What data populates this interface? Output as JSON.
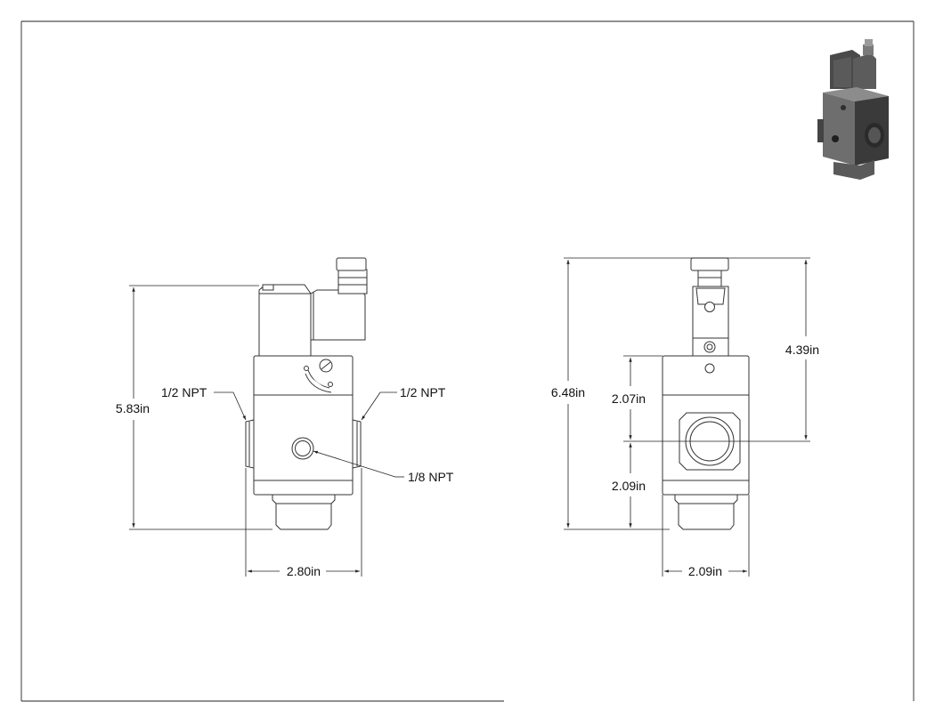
{
  "colors": {
    "line": "#222222",
    "iso_dark": "#3a3a3a",
    "iso_mid": "#6e6e6e",
    "iso_light": "#a8a8a8"
  },
  "icons": {
    "isometric": "valve-isometric-icon"
  },
  "side_view": {
    "port_left_label": "1/2 NPT",
    "port_right_label": "1/2 NPT",
    "gauge_port_label": "1/8 NPT",
    "height_label": "5.83in",
    "width_label": "2.80in"
  },
  "front_view": {
    "overall_height_label": "6.48in",
    "top_to_port_label": "4.39in",
    "upper_label": "2.07in",
    "lower_label": "2.09in",
    "width_label": "2.09in"
  }
}
